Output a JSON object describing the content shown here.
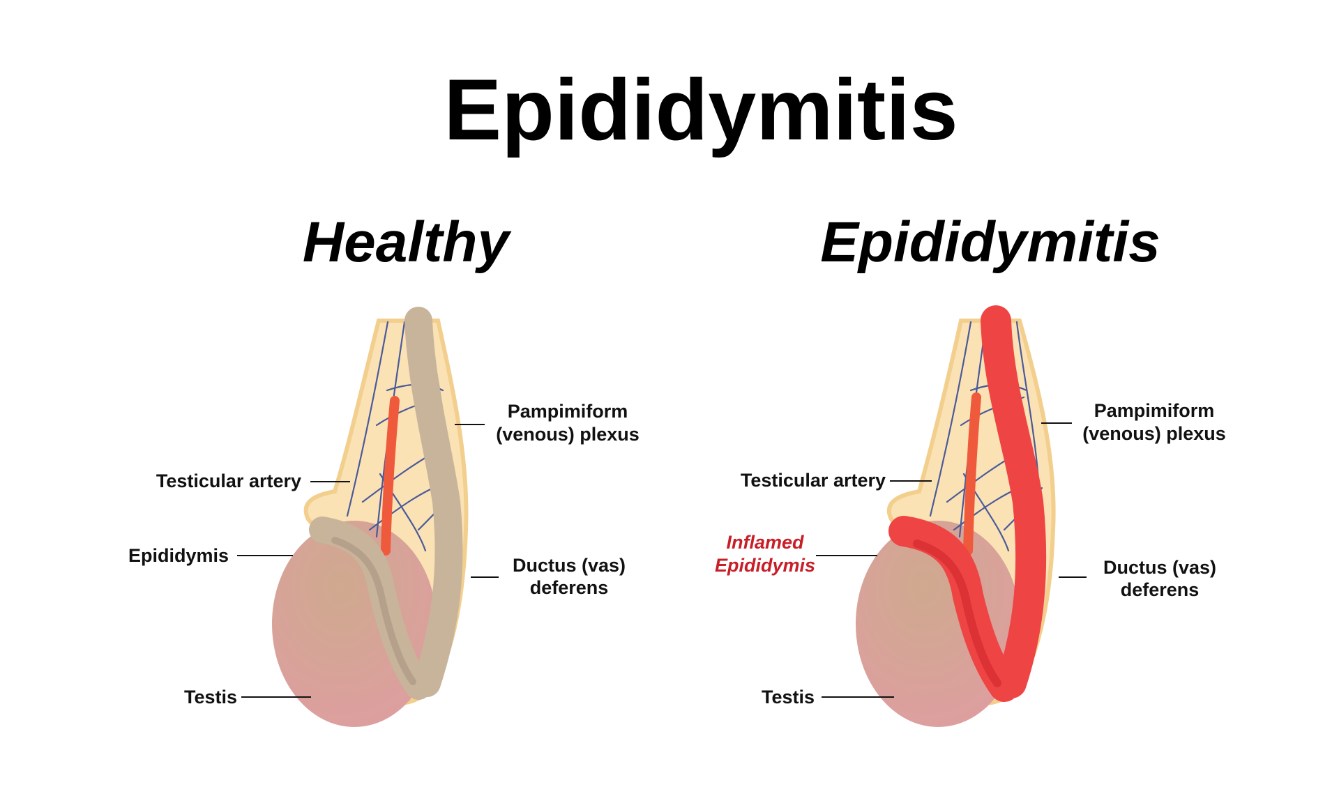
{
  "title": "Epididymitis",
  "panels": [
    {
      "heading": "Healthy",
      "labels": {
        "plexus_line1": "Pampimiform",
        "plexus_line2": "(venous) plexus",
        "artery": "Testicular artery",
        "epididymis_line1": "Epididymis",
        "ductus_line1": "Ductus (vas)",
        "ductus_line2": "deferens",
        "testis": "Testis"
      }
    },
    {
      "heading": "Epididymitis",
      "labels": {
        "plexus_line1": "Pampimiform",
        "plexus_line2": "(venous) plexus",
        "artery": "Testicular artery",
        "epididymis_line1": "Inflamed",
        "epididymis_line2": "Epididymis",
        "ductus_line1": "Ductus (vas)",
        "ductus_line2": "deferens",
        "testis": "Testis"
      }
    }
  ],
  "colors": {
    "sheath": "#fbe2b4",
    "sheath_edge": "#f3cf8e",
    "testis_center": "#cfa98f",
    "testis_edge": "#de9ea0",
    "healthy_cord": "#c8b49b",
    "healthy_cord_shade": "#a99580",
    "inflamed_cord": "#ef4444",
    "inflamed_cord_shade": "#d42a2f",
    "artery": "#f05a3c",
    "vein": "#4a5a9a",
    "inflamed_label": "#c81e28"
  }
}
